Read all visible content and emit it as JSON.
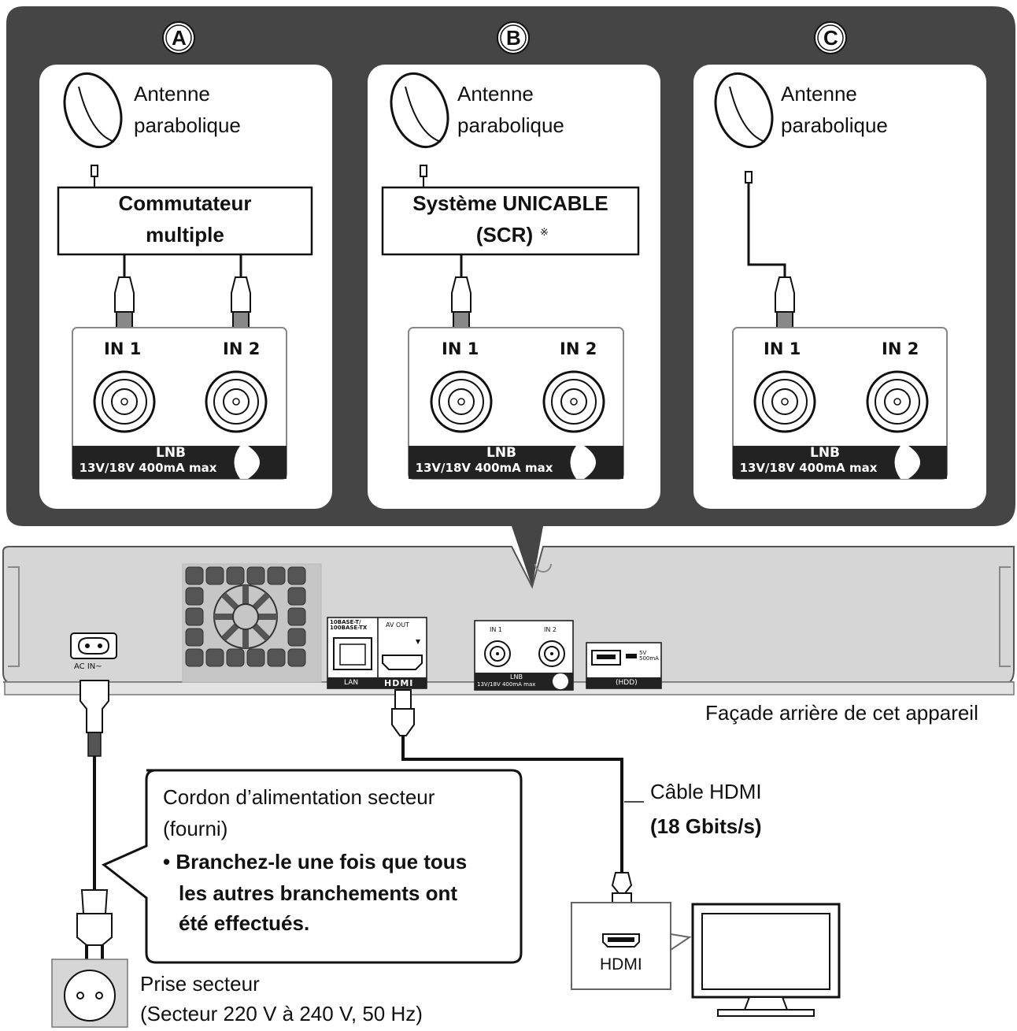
{
  "panels": [
    {
      "letter": "A",
      "antenna_label_1": "Antenne",
      "antenna_label_2": "parabolique",
      "box_line_1": "Commutateur",
      "box_line_2": "multiple",
      "in1": "IN 1",
      "in2": "IN 2",
      "lnb_title": "LNB",
      "lnb_spec": "13V/18V 400mA max"
    },
    {
      "letter": "B",
      "antenna_label_1": "Antenne",
      "antenna_label_2": "parabolique",
      "box_line_1": "Système UNICABLE",
      "box_line_2": "(SCR)",
      "box_note_mark": "※",
      "in1": "IN 1",
      "in2": "IN 2",
      "lnb_title": "LNB",
      "lnb_spec": "13V/18V 400mA max"
    },
    {
      "letter": "C",
      "antenna_label_1": "Antenne",
      "antenna_label_2": "parabolique",
      "in1": "IN 1",
      "in2": "IN 2",
      "lnb_title": "LNB",
      "lnb_spec": "13V/18V 400mA max"
    }
  ],
  "rear_panel": {
    "caption": "Façade arrière de cet appareil",
    "ac_in": "AC IN~",
    "lan_top": "10BASE-T/ 100BASE-TX",
    "lan": "LAN",
    "av_out": "AV OUT",
    "hdmi": "HDMI",
    "in1": "IN 1",
    "in2": "IN 2",
    "lnb_title": "LNB",
    "lnb_spec": "13V/18V 400mA max",
    "usb_spec": "5V 500mA",
    "usb_label": "(HDD)"
  },
  "hdmi_cable": {
    "label": "Câble HDMI",
    "speed": "(18 Gbits/s)"
  },
  "tv": {
    "port_label": "HDMI"
  },
  "power_cord": {
    "line_1": "Cordon d’alimentation secteur",
    "line_2": "(fourni)",
    "bullet_1": "• Branchez-le une fois que tous",
    "bullet_2": "les autres branchements ont",
    "bullet_3": "été effectués."
  },
  "outlet": {
    "line_1": "Prise secteur",
    "line_2": "(Secteur 220 V à 240 V, 50 Hz)"
  }
}
